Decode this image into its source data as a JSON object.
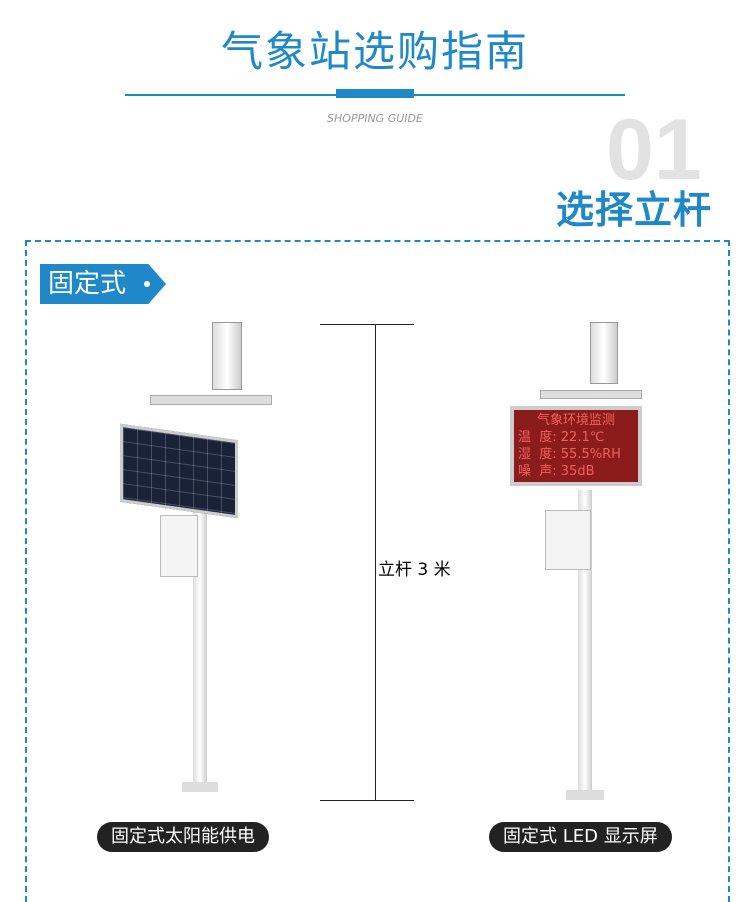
{
  "header": {
    "title": "气象站选购指南",
    "subtitle": "SHOPPING GUIDE"
  },
  "section": {
    "number": "01",
    "title": "选择立杆"
  },
  "tag": {
    "label": "固定式"
  },
  "height_label": "立杆 3 米",
  "products": [
    {
      "caption": "固定式太阳能供电"
    },
    {
      "caption": "固定式 LED 显示屏"
    }
  ],
  "led": {
    "line1": "气象环境监测",
    "line2": "温  度: 22.1℃",
    "line3": "湿  度: 55.5%RH",
    "line4": "噪  声: 35dB"
  }
}
